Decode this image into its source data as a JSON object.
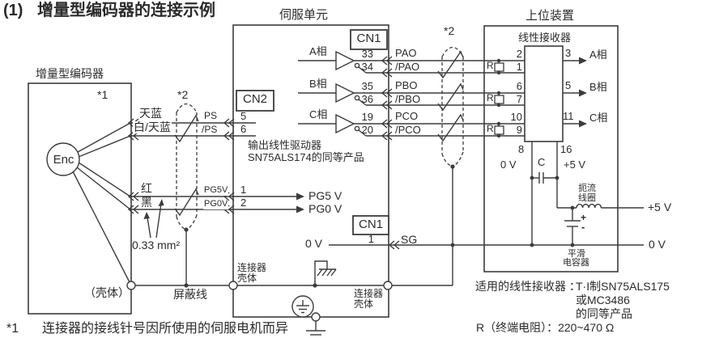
{
  "title": {
    "marker": "(1)",
    "text": "增量型编码器的连接示例"
  },
  "boxes": {
    "servo": "伺服单元",
    "host": "上位装置",
    "encoder": "增量型编码器",
    "receiver": "线性接收器"
  },
  "connectors": {
    "cn2": "CN2",
    "cn1_top": "CN1",
    "cn1_bottom": "CN1"
  },
  "cable_note_left": "*2",
  "cable_note_right": "*2",
  "encoder": {
    "note": "*1",
    "core": "Enc",
    "wire_blue": "天蓝",
    "wire_white_blue": "白/天蓝",
    "wire_red": "红",
    "wire_black": "黑",
    "gauge": "0.33 mm²",
    "shell": "（壳体）",
    "shield": "屏蔽线"
  },
  "cn2_signals": {
    "ps": "PS",
    "nps": "/PS",
    "pg5v": "PG5V",
    "pg0v": "PG0V",
    "pin5": "5",
    "pin6": "6",
    "pin1": "1",
    "pin2": "2"
  },
  "servo": {
    "driver_note1": "输出线性驱动器",
    "driver_note2": "SN75ALS174的同等产品",
    "phase_a": "A相",
    "phase_b": "B相",
    "phase_c": "C相",
    "pg5v": "PG5 V",
    "pg0v": "PG0 V",
    "zero_v": "0 V",
    "sg": "SG",
    "cn1_pin1": "1",
    "shell_left1": "连接器",
    "shell_left2": "壳体",
    "shell_right1": "连接器",
    "shell_right2": "壳体"
  },
  "cn1_rows": [
    {
      "pin": "33",
      "sig": "PAO"
    },
    {
      "pin": "34",
      "sig": "/PAO"
    },
    {
      "pin": "35",
      "sig": "PBO"
    },
    {
      "pin": "36",
      "sig": "/PBO"
    },
    {
      "pin": "19",
      "sig": "PCO"
    },
    {
      "pin": "20",
      "sig": "/PCO"
    }
  ],
  "host": {
    "pins_left": [
      "2",
      "1",
      "6",
      "7",
      "10",
      "9"
    ],
    "pins_right": [
      "3",
      "5",
      "11"
    ],
    "phases": [
      "A相",
      "B相",
      "C相"
    ],
    "r": "R",
    "pin8": "8",
    "pin16": "16",
    "zero_v": "0 V",
    "cap": "C",
    "plus5": "+5 V",
    "choke1": "扼流",
    "choke2": "线圈",
    "plus5_out": "+5 V",
    "zero_v_out": "0 V",
    "cap_plus": "+",
    "cap_minus": "-",
    "smooth1": "平滑",
    "smooth2": "电容器"
  },
  "notes": {
    "receiver_label": "适用的线性接收器 ：",
    "receiver_value": "T·I制SN75ALS175",
    "receiver_value2": "或MC3486",
    "receiver_value3": "的同等产品",
    "r_note": "R（终端电阻）：220~470 Ω",
    "note1_marker": "*1",
    "note1_text": "连接器的接线针号因所使用的伺服电机而异"
  }
}
